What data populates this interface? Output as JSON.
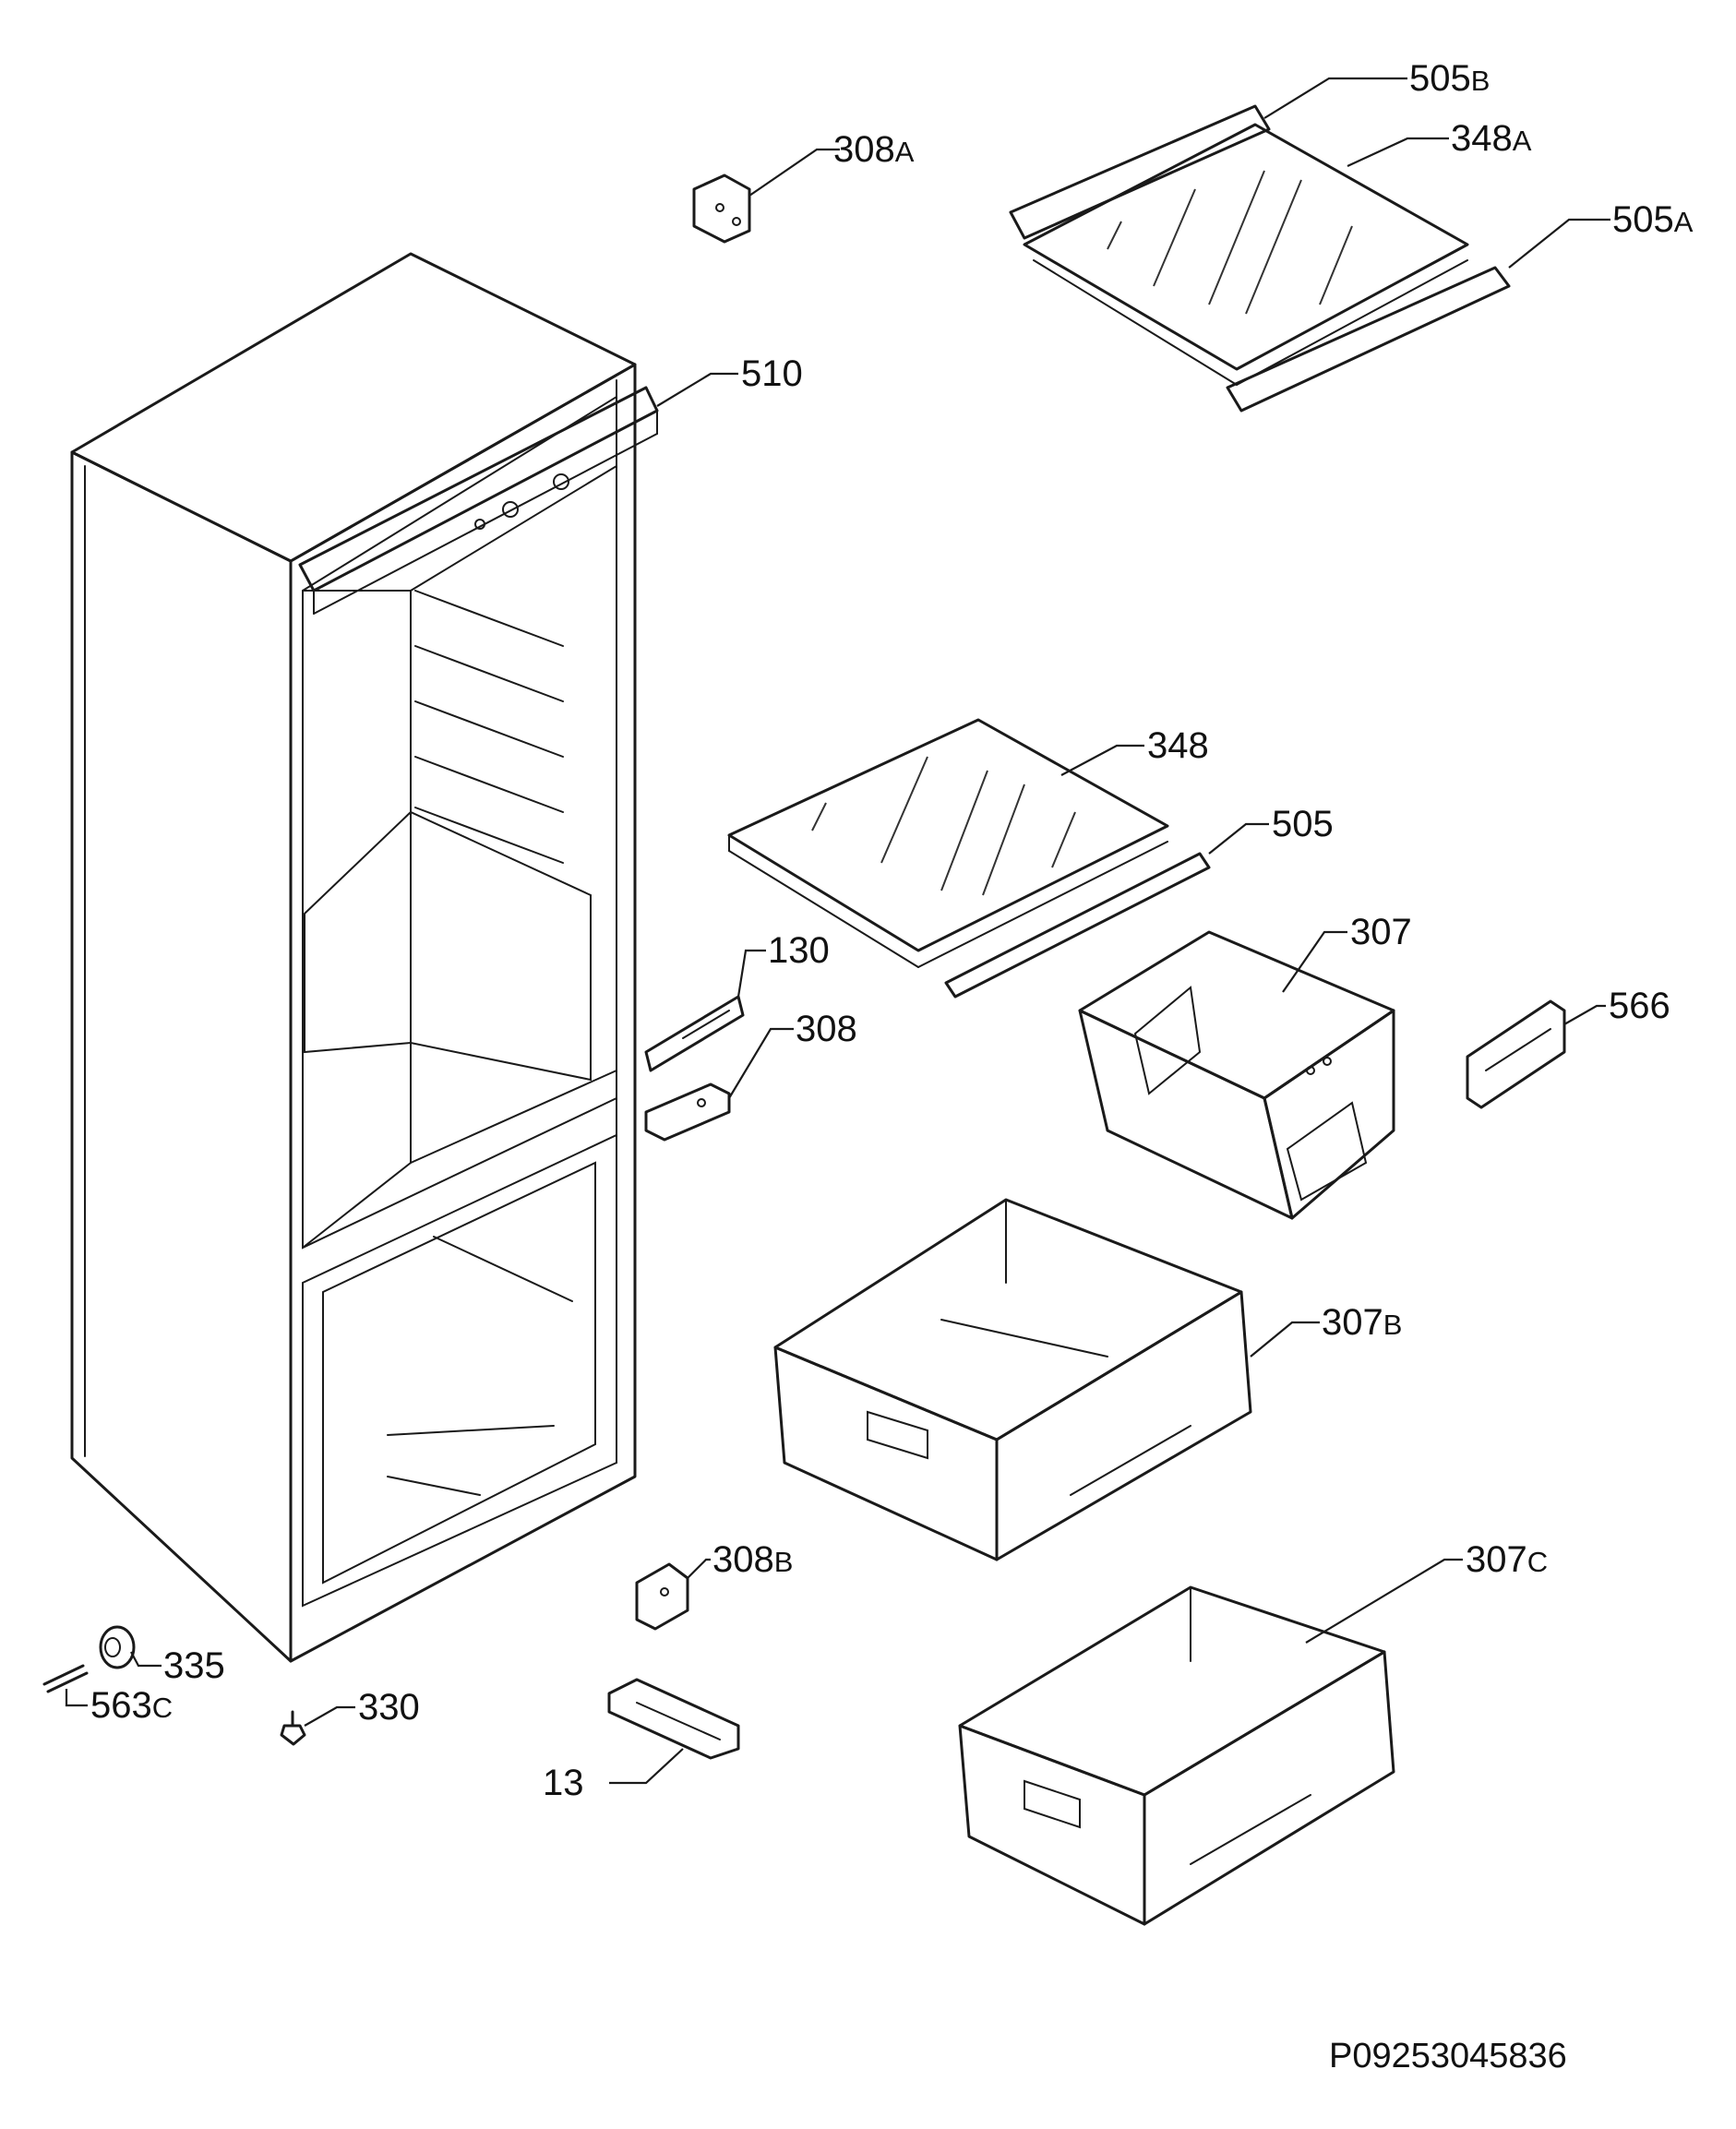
{
  "document_number": "P09253045836",
  "callouts": {
    "c505b": {
      "num": "505",
      "suffix": "B"
    },
    "c308a": {
      "num": "308",
      "suffix": "A"
    },
    "c348a": {
      "num": "348",
      "suffix": "A"
    },
    "c505a": {
      "num": "505",
      "suffix": "A"
    },
    "c510": {
      "num": "510",
      "suffix": ""
    },
    "c348": {
      "num": "348",
      "suffix": ""
    },
    "c505": {
      "num": "505",
      "suffix": ""
    },
    "c130": {
      "num": "130",
      "suffix": ""
    },
    "c307": {
      "num": "307",
      "suffix": ""
    },
    "c308": {
      "num": "308",
      "suffix": ""
    },
    "c566": {
      "num": "566",
      "suffix": ""
    },
    "c307b": {
      "num": "307",
      "suffix": "B"
    },
    "c308b": {
      "num": "308",
      "suffix": "B"
    },
    "c307c": {
      "num": "307",
      "suffix": "C"
    },
    "c335": {
      "num": "335",
      "suffix": ""
    },
    "c563c": {
      "num": "563",
      "suffix": "C"
    },
    "c330": {
      "num": "330",
      "suffix": ""
    },
    "c13": {
      "num": "13",
      "suffix": ""
    }
  }
}
